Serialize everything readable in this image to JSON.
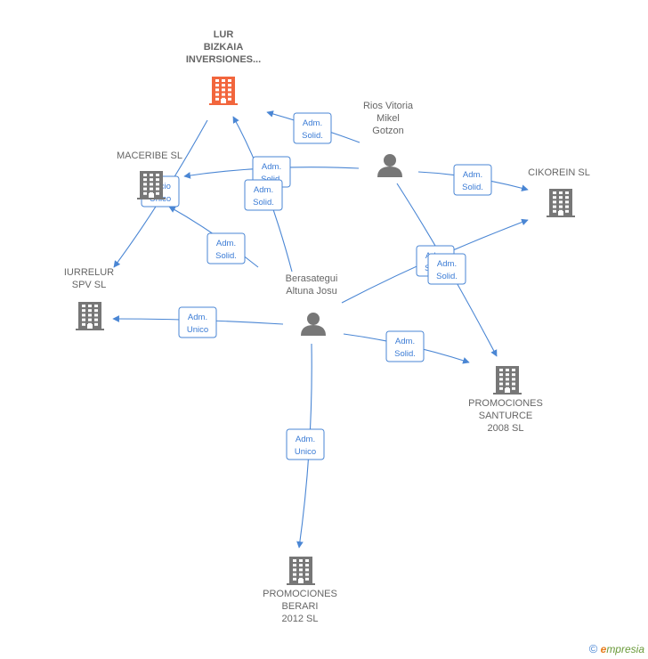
{
  "nodes": [
    {
      "id": "lur",
      "type": "company",
      "focus": true,
      "lines": [
        "LUR",
        "BIZKAIA",
        "INVERSIONES..."
      ],
      "color": "#f2663d"
    },
    {
      "id": "maceribe",
      "type": "company",
      "lines": [
        "MACERIBE SL"
      ],
      "color": "#777777"
    },
    {
      "id": "iurrelur",
      "type": "company",
      "lines": [
        "IURRELUR",
        "SPV  SL"
      ],
      "color": "#777777"
    },
    {
      "id": "cikorein",
      "type": "company",
      "lines": [
        "CIKOREIN SL"
      ],
      "color": "#777777"
    },
    {
      "id": "santurce",
      "type": "company",
      "lines": [
        "PROMOCIONES",
        "SANTURCE",
        "2008 SL"
      ],
      "color": "#777777"
    },
    {
      "id": "berari",
      "type": "company",
      "lines": [
        "PROMOCIONES",
        "BERARI",
        "2012 SL"
      ],
      "color": "#777777"
    },
    {
      "id": "rios",
      "type": "person",
      "lines": [
        "Rios Vitoria",
        "Mikel",
        "Gotzon"
      ],
      "color": "#777777"
    },
    {
      "id": "berasategui",
      "type": "person",
      "lines": [
        "Berasategui",
        "Altuna Josu"
      ],
      "color": "#777777"
    }
  ],
  "relations": [
    {
      "id": "r1",
      "lines": [
        "Adm.",
        "Solid."
      ]
    },
    {
      "id": "r2",
      "lines": [
        "Adm.",
        "Solid."
      ]
    },
    {
      "id": "r3",
      "lines": [
        "Adm.",
        "Solid."
      ]
    },
    {
      "id": "r4",
      "lines": [
        "Adm.",
        "Solid."
      ]
    },
    {
      "id": "r5",
      "lines": [
        "Adm.",
        "Solid."
      ]
    },
    {
      "id": "r6",
      "lines": [
        "Adm.",
        "Solid."
      ]
    },
    {
      "id": "r7",
      "lines": [
        "Socio",
        "Único"
      ]
    },
    {
      "id": "r8",
      "lines": [
        "Adm.",
        "Solid."
      ]
    },
    {
      "id": "r9",
      "lines": [
        "Adm.",
        "Unico"
      ]
    },
    {
      "id": "r10",
      "lines": [
        "Adm.",
        "Solid."
      ]
    },
    {
      "id": "r11",
      "lines": [
        "Adm.",
        "Solid."
      ]
    },
    {
      "id": "r12",
      "lines": [
        "Adm.",
        "Unico"
      ]
    }
  ],
  "footer": {
    "copyright": "©",
    "brand_e": "e",
    "brand_rest": "mpresia"
  }
}
